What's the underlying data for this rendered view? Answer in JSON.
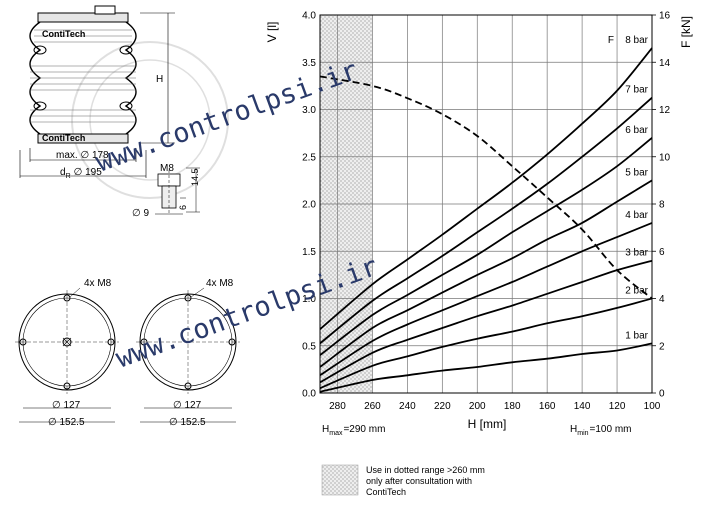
{
  "colors": {
    "curve": "#000000",
    "grid": "#777777",
    "dotted_region": "#d8d8d8",
    "watermark": "#2a3a6a"
  },
  "icons": [
    "bellows-side-view-drawing",
    "mounting-plate-top-view-drawing",
    "mounting-plate-bottom-view-drawing",
    "stud-bolt-detail-drawing",
    "contitech-seal-logo"
  ],
  "drawings": {
    "brand_plate_top": "ContiTech",
    "brand_plate_bottom": "ContiTech",
    "height_label": "H",
    "max_diameter": "max. ∅ 178",
    "dr_prefix": "d",
    "dr_sub": "R",
    "dr_value": "∅ 195",
    "bolt_thread": "M8",
    "bolt_len1": "14.5",
    "bolt_len2": "6",
    "bolt_dia": "∅ 9",
    "plate_left": {
      "bolts": "4x M8",
      "inner": "∅ 127",
      "outer": "∅ 152.5"
    },
    "plate_right": {
      "bolts": "4x M8",
      "inner": "∅ 127",
      "outer": "∅ 152.5"
    }
  },
  "watermark": {
    "line1": "www.controlpsi.ir",
    "line2": "www.controlpsi.ir"
  },
  "legend_note": {
    "line1": "Use in dotted range >260 mm",
    "line2": "only after consultation with",
    "line3": "ContiTech"
  },
  "chart_data": {
    "type": "line",
    "xlabel": "H [mm]",
    "ylabel_left": "V [l]",
    "ylabel_right": "F [kN]",
    "x_reversed": true,
    "xlim": [
      290,
      100
    ],
    "xticks": [
      280,
      260,
      240,
      220,
      200,
      180,
      160,
      140,
      120,
      100
    ],
    "ylim_left": [
      0,
      4.0
    ],
    "yticks_left": [
      "0.0",
      "0.5",
      "1.0",
      "1.5",
      "2.0",
      "2.5",
      "3.0",
      "3.5",
      "4.0"
    ],
    "ylim_right": [
      0,
      16
    ],
    "yticks_right": [
      "0",
      "2",
      "4",
      "6",
      "8",
      "10",
      "12",
      "14",
      "16"
    ],
    "grid": true,
    "dotted_range_x": [
      290,
      260
    ],
    "hmax": {
      "sym": "H",
      "sub": "max",
      "value": "=290 mm"
    },
    "hmin": {
      "sym": "H",
      "sub": "min",
      "value": "=100 mm"
    },
    "force_axis_label": "F",
    "volume_series": {
      "name": "V",
      "axis": "left",
      "x": [
        290,
        260,
        240,
        220,
        200,
        180,
        160,
        140,
        120,
        100
      ],
      "y": [
        3.35,
        3.25,
        3.12,
        2.95,
        2.72,
        2.4,
        2.07,
        1.73,
        1.3,
        1.0
      ]
    },
    "series": [
      {
        "name": "1 bar",
        "axis": "right",
        "x": [
          290,
          260,
          240,
          220,
          200,
          180,
          160,
          140,
          120,
          100
        ],
        "y": [
          0.05,
          0.55,
          0.75,
          0.95,
          1.1,
          1.3,
          1.45,
          1.65,
          1.8,
          2.1
        ]
      },
      {
        "name": "2 bar",
        "axis": "right",
        "x": [
          290,
          260,
          240,
          220,
          200,
          180,
          160,
          140,
          120,
          100
        ],
        "y": [
          0.2,
          1.15,
          1.55,
          1.95,
          2.3,
          2.6,
          2.95,
          3.25,
          3.6,
          4.0
        ]
      },
      {
        "name": "3 bar",
        "axis": "right",
        "x": [
          290,
          260,
          240,
          220,
          200,
          180,
          160,
          140,
          120,
          100
        ],
        "y": [
          0.45,
          1.7,
          2.25,
          2.75,
          3.25,
          3.7,
          4.2,
          4.7,
          5.2,
          5.6
        ]
      },
      {
        "name": "4 bar",
        "axis": "right",
        "x": [
          290,
          260,
          240,
          220,
          200,
          180,
          160,
          140,
          120,
          100
        ],
        "y": [
          0.75,
          2.2,
          2.9,
          3.5,
          4.1,
          4.7,
          5.35,
          6.0,
          6.6,
          7.2
        ]
      },
      {
        "name": "5 bar",
        "axis": "right",
        "x": [
          290,
          260,
          240,
          220,
          200,
          180,
          160,
          140,
          120,
          100
        ],
        "y": [
          1.1,
          2.75,
          3.5,
          4.25,
          5.0,
          5.7,
          6.5,
          7.2,
          8.1,
          9.0
        ]
      },
      {
        "name": "6 bar",
        "axis": "right",
        "x": [
          290,
          260,
          240,
          220,
          200,
          180,
          160,
          140,
          120,
          100
        ],
        "y": [
          1.6,
          3.3,
          4.15,
          5.0,
          5.85,
          6.8,
          7.7,
          8.6,
          9.6,
          10.8
        ]
      },
      {
        "name": "7 bar",
        "axis": "right",
        "x": [
          290,
          260,
          240,
          220,
          200,
          180,
          160,
          140,
          120,
          100
        ],
        "y": [
          2.1,
          3.9,
          4.85,
          5.8,
          6.8,
          7.8,
          8.85,
          10.0,
          11.2,
          12.5
        ]
      },
      {
        "name": "8 bar",
        "axis": "right",
        "x": [
          290,
          260,
          240,
          220,
          200,
          180,
          160,
          140,
          120,
          100
        ],
        "y": [
          2.7,
          4.6,
          5.65,
          6.7,
          7.8,
          8.9,
          10.1,
          11.4,
          12.8,
          14.6
        ]
      }
    ]
  }
}
